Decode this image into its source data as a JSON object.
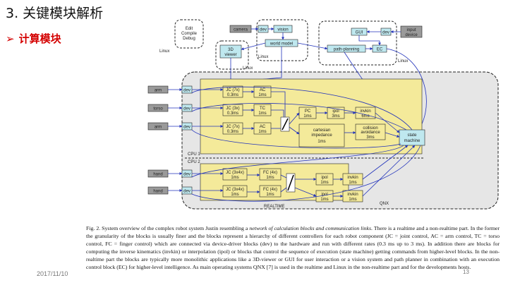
{
  "slide": {
    "title": "3. 关键模块解析",
    "subtitle": "计算模块",
    "date": "2017/11/10",
    "page": "13"
  },
  "colors": {
    "accent_red": "#d40000",
    "block_yellow": "#f4ea9a",
    "block_cyan": "#bfe8ef",
    "device_gray": "#9a9a9a",
    "wire_blue": "#2233bb"
  },
  "diagram": {
    "nonrt_boxes": {
      "edit": "Edit",
      "compile": "Compile",
      "debug": "Debug",
      "linux_dev": "Linux",
      "viewer_1": "3D",
      "viewer_2": "viewer",
      "linux_viewer": "Linux",
      "camera": "camera",
      "dev_cam": "dev",
      "vision": "vision",
      "world_model": "world model",
      "linux_wm": "Linux",
      "gui": "GUI",
      "dev_input": "dev",
      "input_1": "input",
      "input_2": "device",
      "path_planning": "path-planning",
      "ec": "EC",
      "linux_right": "Linux"
    },
    "rt_boxes": {
      "arm1": "arm",
      "torso": "torso",
      "arm2": "arm",
      "hand1": "hand",
      "hand2": "hand",
      "dev": "dev",
      "jc1": "JC (7x)",
      "jc1_t": "0.3ms",
      "jc2": "JC (3x)",
      "jc2_t": "0.3ms",
      "jc3": "JC (7x)",
      "jc3_t": "0.3ms",
      "ac1": "AC",
      "ac1_t": "1ms",
      "tc": "TC",
      "tc_t": "1ms",
      "ac2": "AC",
      "ac2_t": "1ms",
      "pc": "PC",
      "pc_t": "1ms",
      "ipol": "ipol",
      "ipol_t": "3ms",
      "invkin": "invkin",
      "invkin_t": "6ms",
      "cart1": "cartesian",
      "cart2": "impedance",
      "cart_t": "1ms",
      "coll1": "collision",
      "coll2": "avoidance",
      "coll_t": "3ms",
      "sm1": "state",
      "sm2": "machine",
      "cpu1": "CPU 1",
      "cpu2": "CPU 2",
      "jch1": "JC (3x4x)",
      "jch1_t": "1ms",
      "jch2": "JC (3x4x)",
      "jch2_t": "1ms",
      "fc1": "FC (4x)",
      "fc1_t": "1ms",
      "fc2": "FC (4x)",
      "fc2_t": "1ms",
      "ipolh1": "ipol",
      "ipolh1_t": "1ms",
      "ipolh2": "ipol",
      "ipolh2_t": "1ms",
      "invkh1": "invkin",
      "invkh1_t": "1ms",
      "invkh2": "invkin",
      "invkh2_t": "1ms",
      "realtime": "REALTIME",
      "qnx": "QNX"
    }
  },
  "caption": {
    "p1": "Fig. 2.  System overview of the complex robot system Justin resembling a ",
    "p1_em": "network of calculation blocks and communication links",
    "p2": ". There is a realtime and a non-realtime part. In the former the granularity of the blocks is usually finer and the blocks represent a hierarchy of different controllers for each robot component (JC = joint control, AC = arm control, TC = torso control, FC = finger control) which are connected via device-driver blocks (dev) to the hardware and run with different rates (0.3 ms up to 3 ms). In addition there are blocks for computing the inverse kinematics (invkin) or interpolation (ipol) or blocks that control the sequence of execution (state machine) getting commands from higher-level blocks. In the non-realtime part the blocks are typically more monolithic applications like a 3D-viewer or GUI for user interaction or a vision system and path planner in combination with an execution control block (EC) for higher-level intelligence. As main operating systems QNX [7] is used in the realtime and Linux in the non-realtime part and for the developments hosts."
  }
}
